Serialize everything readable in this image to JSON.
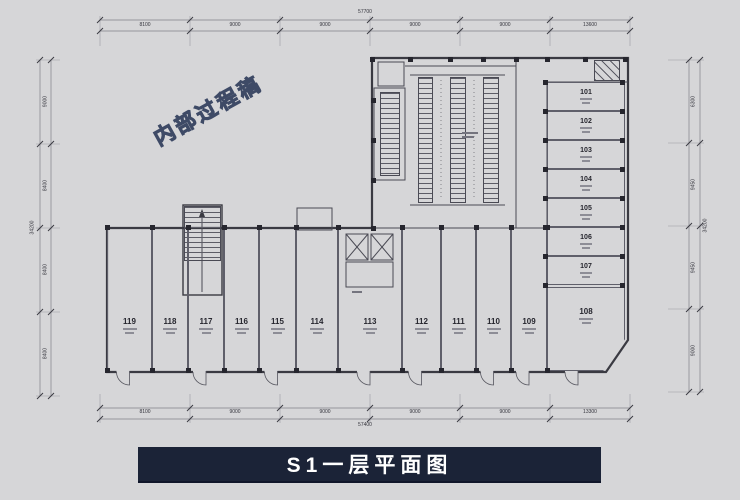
{
  "banner": {
    "title": "S1一层平面图"
  },
  "watermark": {
    "text": "内部过程稿"
  },
  "plan": {
    "rooms_bottom": [
      {
        "number": "119"
      },
      {
        "number": "118"
      },
      {
        "number": "117"
      },
      {
        "number": "116"
      },
      {
        "number": "115"
      },
      {
        "number": "114"
      },
      {
        "number": "113"
      },
      {
        "number": "112"
      },
      {
        "number": "111"
      },
      {
        "number": "110"
      },
      {
        "number": "109"
      }
    ],
    "rooms_right": [
      {
        "number": "101"
      },
      {
        "number": "102"
      },
      {
        "number": "103"
      },
      {
        "number": "104"
      },
      {
        "number": "105"
      },
      {
        "number": "106"
      },
      {
        "number": "107"
      }
    ],
    "room_corner": {
      "number": "108"
    }
  },
  "dimensions": {
    "top_total": "57700",
    "top_segments": [
      "8100",
      "9000",
      "9000",
      "9000",
      "9000",
      "13600"
    ],
    "bottom_total": "57400",
    "bottom_segments": [
      "8100",
      "9000",
      "9000",
      "9000",
      "9000",
      "13300"
    ],
    "left_total": "34200",
    "left_segments": [
      "9000",
      "8400",
      "8400",
      "8400"
    ],
    "right_total": "34200",
    "right_segments": [
      "6300",
      "9450",
      "9450",
      "9000"
    ]
  }
}
